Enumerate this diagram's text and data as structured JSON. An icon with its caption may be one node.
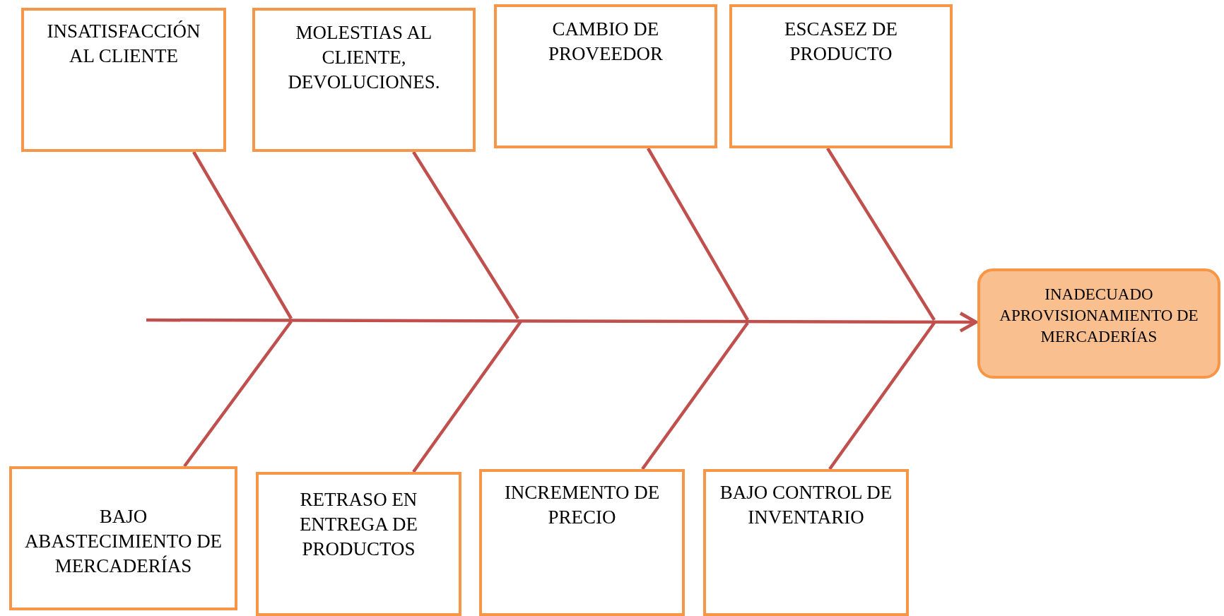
{
  "diagram": {
    "nodes": [
      {
        "text": [
          "INSATISFACCIÓN AL CLIENTE"
        ]
      },
      {
        "text": [
          "MOLESTIAS AL CLIENTE, DEVOLUCIONES."
        ]
      },
      {
        "text": [
          "CAMBIO DE PROVEEDOR"
        ]
      },
      {
        "text": [
          "ESCASEZ DE PRODUCTO"
        ]
      },
      {
        "text": [
          "INADECUADO APROVISIONAMIENTO DE MERCADERÍAS"
        ]
      },
      {
        "text": [
          "BAJO ABASTECIMIENTO DE MERCADERÍAS"
        ]
      },
      {
        "text": [
          "RETRASO EN ENTREGA DE PRODUCTOS"
        ]
      },
      {
        "text": [
          "INCREMENTO DE PRECIO"
        ]
      },
      {
        "text": [
          "BAJO CONTROL DE INVENTARIO"
        ]
      }
    ],
    "edges": [
      {
        "from": 0,
        "to": null,
        "arrow": "none"
      },
      {
        "from": 1,
        "to": null,
        "arrow": "none"
      },
      {
        "from": 2,
        "to": null,
        "arrow": "none"
      },
      {
        "from": 3,
        "to": null,
        "arrow": "none"
      },
      {
        "from": 5,
        "to": null,
        "arrow": "none"
      },
      {
        "from": 6,
        "to": null,
        "arrow": "none"
      },
      {
        "from": 7,
        "to": null,
        "arrow": "none"
      },
      {
        "from": 8,
        "to": null,
        "arrow": "none"
      },
      {
        "from": null,
        "to": 4,
        "arrow": "to"
      }
    ]
  }
}
